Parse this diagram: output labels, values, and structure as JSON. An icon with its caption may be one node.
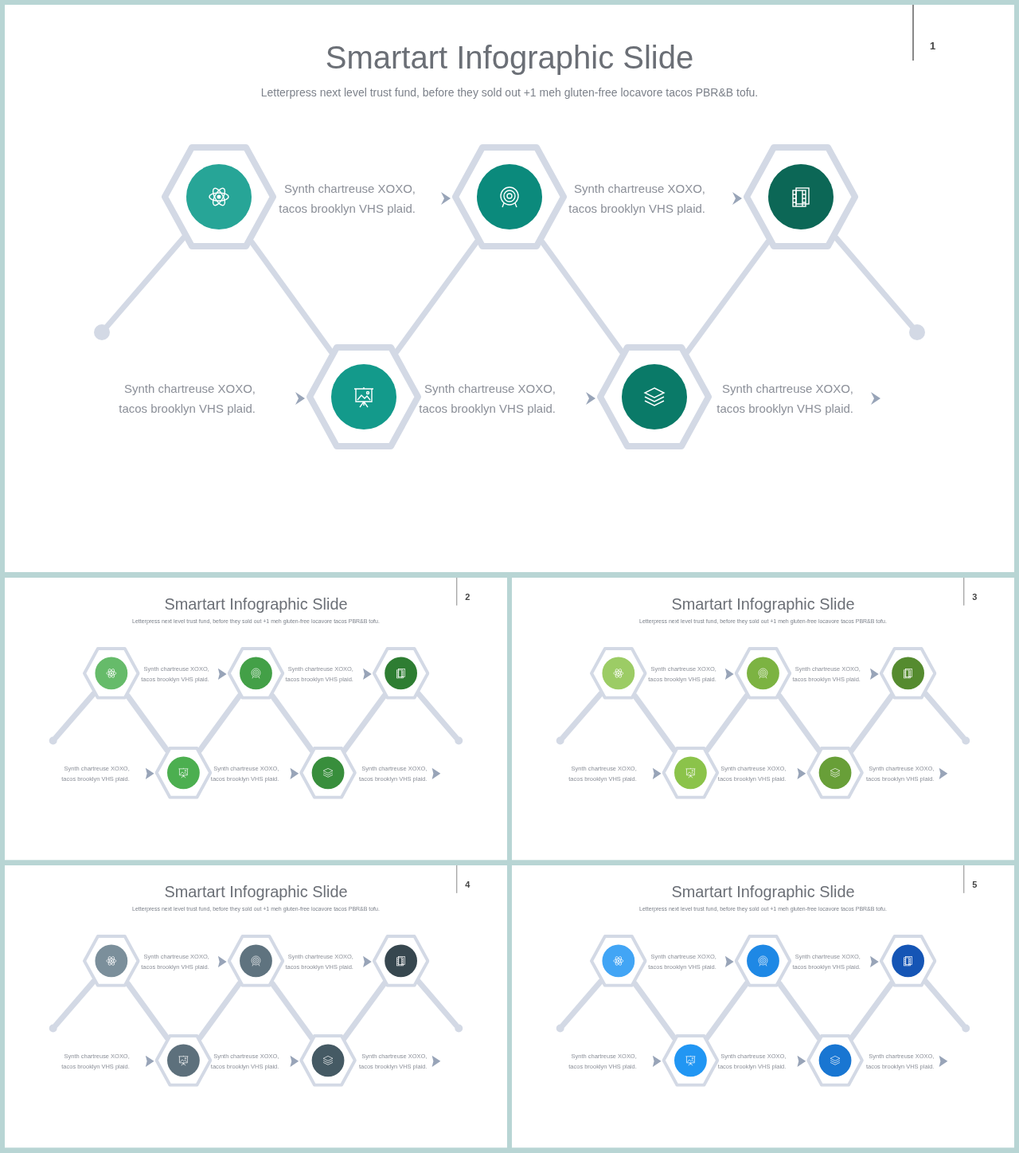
{
  "diagram": {
    "nodes": [
      {
        "text": [
          "Smartart Infographic Slide",
          "Letterpress next level trust fund, before they sold out +1 meh gluten-free locavore tacos PBR&B tofu.",
          "1"
        ]
      },
      {
        "text": [],
        "shape": "circle",
        "in": 0
      },
      {
        "text": [],
        "shape": "hexagon",
        "in": 0
      },
      {
        "text": [
          "Synth chartreuse XOXO, tacos brooklyn VHS plaid."
        ],
        "in": 0
      },
      {
        "text": [],
        "shape": "hexagon",
        "in": 0
      },
      {
        "text": [
          "Synth chartreuse XOXO, tacos brooklyn VHS plaid."
        ],
        "in": 0
      },
      {
        "text": [],
        "shape": "hexagon",
        "in": 0
      },
      {
        "text": [],
        "shape": "circle",
        "in": 0
      },
      {
        "text": [
          "Synth chartreuse XOXO, tacos brooklyn VHS plaid."
        ],
        "in": 0
      },
      {
        "text": [],
        "shape": "hexagon",
        "in": 0
      },
      {
        "text": [
          "Synth chartreuse XOXO, tacos brooklyn VHS plaid."
        ],
        "in": 0
      },
      {
        "text": [],
        "shape": "hexagon",
        "in": 0
      },
      {
        "text": [
          "Synth chartreuse XOXO, tacos brooklyn VHS plaid."
        ],
        "in": 0
      },
      {
        "text": [
          "Smartart Infographic Slide",
          "Letterpress next level trust fund, before they sold out +1 meh gluten-free locavore tacos PBR&B tofu.",
          "2"
        ]
      },
      {
        "text": [],
        "shape": "circle",
        "in": 13
      },
      {
        "text": [],
        "shape": "hexagon",
        "in": 13
      },
      {
        "text": [
          "Synth chartreuse XOXO, tacos brooklyn VHS plaid."
        ],
        "in": 13
      },
      {
        "text": [],
        "shape": "hexagon",
        "in": 13
      },
      {
        "text": [
          "Synth chartreuse XOXO, tacos brooklyn VHS plaid."
        ],
        "in": 13
      },
      {
        "text": [],
        "shape": "hexagon",
        "in": 13
      },
      {
        "text": [],
        "shape": "circle",
        "in": 13
      },
      {
        "text": [
          "Synth chartreuse XOXO, tacos brooklyn VHS plaid."
        ],
        "in": 13
      },
      {
        "text": [],
        "shape": "hexagon",
        "in": 13
      },
      {
        "text": [
          "Synth chartreuse XOXO, tacos brooklyn VHS plaid."
        ],
        "in": 13
      },
      {
        "text": [],
        "shape": "hexagon",
        "in": 13
      },
      {
        "text": [
          "Synth chartreuse XOXO, tacos brooklyn VHS plaid."
        ],
        "in": 13
      },
      {
        "text": [
          "Smartart Infographic Slide",
          "Letterpress next level trust fund, before they sold out +1 meh gluten-free locavore tacos PBR&B tofu.",
          "3"
        ]
      },
      {
        "text": [],
        "shape": "circle",
        "in": 26
      },
      {
        "text": [],
        "shape": "hexagon",
        "in": 26
      },
      {
        "text": [
          "Synth chartreuse XOXO, tacos brooklyn VHS plaid."
        ],
        "in": 26
      },
      {
        "text": [],
        "shape": "hexagon",
        "in": 26
      },
      {
        "text": [
          "Synth chartreuse XOXO, tacos brooklyn VHS plaid."
        ],
        "in": 26
      },
      {
        "text": [],
        "shape": "hexagon",
        "in": 26
      },
      {
        "text": [],
        "shape": "circle",
        "in": 26
      },
      {
        "text": [
          "Synth chartreuse XOXO, tacos brooklyn VHS plaid."
        ],
        "in": 26
      },
      {
        "text": [],
        "shape": "hexagon",
        "in": 26
      },
      {
        "text": [
          "Synth chartreuse XOXO, tacos brooklyn VHS plaid."
        ],
        "in": 26
      },
      {
        "text": [],
        "shape": "hexagon",
        "in": 26
      },
      {
        "text": [
          "Synth chartreuse XOXO, tacos brooklyn VHS plaid."
        ],
        "in": 26
      },
      {
        "text": [
          "Smartart Infographic Slide",
          "Letterpress next level trust fund, before they sold out +1 meh gluten-free locavore tacos PBR&B tofu.",
          "4"
        ]
      },
      {
        "text": [],
        "shape": "circle",
        "in": 39
      },
      {
        "text": [],
        "shape": "hexagon",
        "in": 39
      },
      {
        "text": [
          "Synth chartreuse XOXO, tacos brooklyn VHS plaid."
        ],
        "in": 39
      },
      {
        "text": [],
        "shape": "hexagon",
        "in": 39
      },
      {
        "text": [
          "Synth chartreuse XOXO, tacos brooklyn VHS plaid."
        ],
        "in": 39
      },
      {
        "text": [],
        "shape": "hexagon",
        "in": 39
      },
      {
        "text": [],
        "shape": "circle",
        "in": 39
      },
      {
        "text": [
          "Synth chartreuse XOXO, tacos brooklyn VHS plaid."
        ],
        "in": 39
      },
      {
        "text": [],
        "shape": "hexagon",
        "in": 39
      },
      {
        "text": [
          "Synth chartreuse XOXO, tacos brooklyn VHS plaid."
        ],
        "in": 39
      },
      {
        "text": [],
        "shape": "hexagon",
        "in": 39
      },
      {
        "text": [
          "Synth chartreuse XOXO, tacos brooklyn VHS plaid."
        ],
        "in": 39
      },
      {
        "text": [
          "Smartart Infographic Slide",
          "Letterpress next level trust fund, before they sold out +1 meh gluten-free locavore tacos PBR&B tofu.",
          "5"
        ]
      },
      {
        "text": [],
        "shape": "circle",
        "in": 52
      },
      {
        "text": [],
        "shape": "hexagon",
        "in": 52
      },
      {
        "text": [
          "Synth chartreuse XOXO, tacos brooklyn VHS plaid."
        ],
        "in": 52
      },
      {
        "text": [],
        "shape": "hexagon",
        "in": 52
      },
      {
        "text": [
          "Synth chartreuse XOXO, tacos brooklyn VHS plaid."
        ],
        "in": 52
      },
      {
        "text": [],
        "shape": "hexagon",
        "in": 52
      },
      {
        "text": [],
        "shape": "circle",
        "in": 52
      },
      {
        "text": [
          "Synth chartreuse XOXO, tacos brooklyn VHS plaid."
        ],
        "in": 52
      },
      {
        "text": [],
        "shape": "hexagon",
        "in": 52
      },
      {
        "text": [
          "Synth chartreuse XOXO, tacos brooklyn VHS plaid."
        ],
        "in": 52
      },
      {
        "text": [],
        "shape": "hexagon",
        "in": 52
      },
      {
        "text": [
          "Synth chartreuse XOXO, tacos brooklyn VHS plaid."
        ],
        "in": 52
      }
    ],
    "edges": [
      {
        "from": 1,
        "to": 2,
        "arrow": "none"
      },
      {
        "from": 2,
        "to": 9,
        "arrow": "none"
      },
      {
        "from": 9,
        "to": 4,
        "arrow": "none"
      },
      {
        "from": 4,
        "to": 11,
        "arrow": "none"
      },
      {
        "from": 11,
        "to": 6,
        "arrow": "none"
      },
      {
        "from": 6,
        "to": 7,
        "arrow": "none"
      },
      {
        "from": 3,
        "to": 4,
        "arrow": "to"
      },
      {
        "from": 5,
        "to": 6,
        "arrow": "to"
      },
      {
        "from": 8,
        "to": 9,
        "arrow": "to"
      },
      {
        "from": 10,
        "to": 11,
        "arrow": "to"
      },
      {
        "from": 12,
        "to": null,
        "arrow": "to"
      },
      {
        "from": 14,
        "to": 15,
        "arrow": "none"
      },
      {
        "from": 15,
        "to": 22,
        "arrow": "none"
      },
      {
        "from": 22,
        "to": 17,
        "arrow": "none"
      },
      {
        "from": 17,
        "to": 24,
        "arrow": "none"
      },
      {
        "from": 24,
        "to": 19,
        "arrow": "none"
      },
      {
        "from": 19,
        "to": 20,
        "arrow": "none"
      },
      {
        "from": 16,
        "to": 17,
        "arrow": "to"
      },
      {
        "from": 18,
        "to": 19,
        "arrow": "to"
      },
      {
        "from": 21,
        "to": 22,
        "arrow": "to"
      },
      {
        "from": 23,
        "to": 24,
        "arrow": "to"
      },
      {
        "from": 25,
        "to": null,
        "arrow": "to"
      },
      {
        "from": 27,
        "to": 28,
        "arrow": "none"
      },
      {
        "from": 28,
        "to": 35,
        "arrow": "none"
      },
      {
        "from": 35,
        "to": 30,
        "arrow": "none"
      },
      {
        "from": 30,
        "to": 37,
        "arrow": "none"
      },
      {
        "from": 37,
        "to": 32,
        "arrow": "none"
      },
      {
        "from": 32,
        "to": 33,
        "arrow": "none"
      },
      {
        "from": 29,
        "to": 30,
        "arrow": "to"
      },
      {
        "from": 31,
        "to": 32,
        "arrow": "to"
      },
      {
        "from": 34,
        "to": 35,
        "arrow": "to"
      },
      {
        "from": 36,
        "to": 37,
        "arrow": "to"
      },
      {
        "from": 38,
        "to": null,
        "arrow": "to"
      },
      {
        "from": 40,
        "to": 41,
        "arrow": "none"
      },
      {
        "from": 41,
        "to": 48,
        "arrow": "none"
      },
      {
        "from": 48,
        "to": 43,
        "arrow": "none"
      },
      {
        "from": 43,
        "to": 50,
        "arrow": "none"
      },
      {
        "from": 50,
        "to": 45,
        "arrow": "none"
      },
      {
        "from": 45,
        "to": 46,
        "arrow": "none"
      },
      {
        "from": 42,
        "to": 43,
        "arrow": "to"
      },
      {
        "from": 44,
        "to": 45,
        "arrow": "to"
      },
      {
        "from": 47,
        "to": 48,
        "arrow": "to"
      },
      {
        "from": 49,
        "to": 50,
        "arrow": "to"
      },
      {
        "from": 51,
        "to": null,
        "arrow": "to"
      },
      {
        "from": 53,
        "to": 54,
        "arrow": "none"
      },
      {
        "from": 54,
        "to": 61,
        "arrow": "none"
      },
      {
        "from": 61,
        "to": 56,
        "arrow": "none"
      },
      {
        "from": 56,
        "to": 63,
        "arrow": "none"
      },
      {
        "from": 63,
        "to": 58,
        "arrow": "none"
      },
      {
        "from": 58,
        "to": 59,
        "arrow": "none"
      },
      {
        "from": 55,
        "to": 56,
        "arrow": "to"
      },
      {
        "from": 57,
        "to": 58,
        "arrow": "to"
      },
      {
        "from": 60,
        "to": 61,
        "arrow": "to"
      },
      {
        "from": 62,
        "to": 63,
        "arrow": "to"
      },
      {
        "from": 64,
        "to": null,
        "arrow": "to"
      }
    ]
  }
}
